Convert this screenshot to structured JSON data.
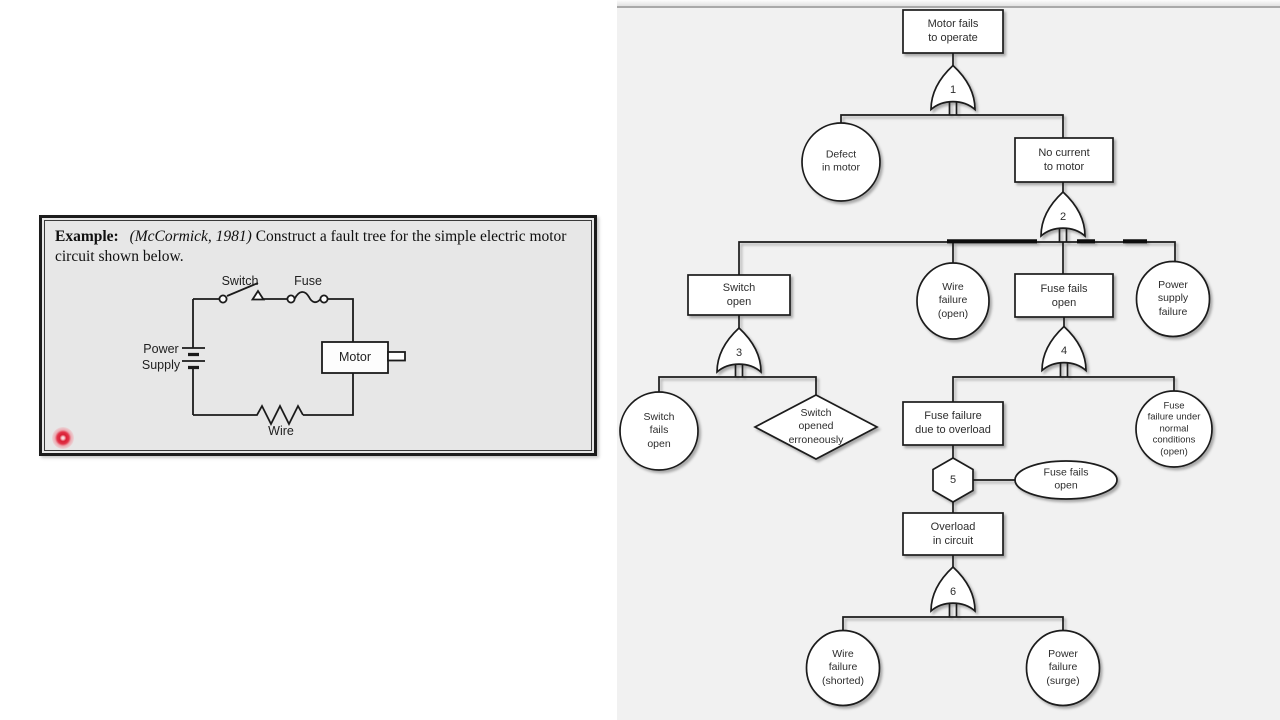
{
  "slide": {
    "example_box": {
      "label": "Example:",
      "citation": "(McCormick, 1981)",
      "text": "Construct a fault tree for the simple electric motor circuit shown below."
    },
    "circuit": {
      "switch_label": "Switch",
      "fuse_label": "Fuse",
      "power_supply_label": "Power\nSupply",
      "motor_label": "Motor",
      "wire_label": "Wire"
    },
    "fault_tree": {
      "top_event": {
        "label": "Motor fails\nto operate"
      },
      "defect_in_motor": {
        "label": "Defect\nin motor"
      },
      "no_current_to_motor": {
        "label": "No current\nto motor"
      },
      "switch_open": {
        "label": "Switch\nopen"
      },
      "wire_failure_open": {
        "label": "Wire\nfailure\n(open)"
      },
      "fuse_fails_open": {
        "label": "Fuse fails\nopen"
      },
      "power_supply_failure": {
        "label": "Power\nsupply\nfailure"
      },
      "switch_fails_open": {
        "label": "Switch\nfails\nopen"
      },
      "switch_opened_erroneously": {
        "label": "Switch\nopened\nerroneously"
      },
      "fuse_failure_overload": {
        "label": "Fuse failure\ndue to overload"
      },
      "fuse_failure_normal_conditions": {
        "label": "Fuse\nfailure under\nnormal\nconditions\n(open)"
      },
      "fuse_fails_open_condition": {
        "label": "Fuse fails\nopen"
      },
      "overload_in_circuit": {
        "label": "Overload\nin circuit"
      },
      "wire_failure_shorted": {
        "label": "Wire\nfailure\n(shorted)"
      },
      "power_failure_surge": {
        "label": "Power\nfailure\n(surge)"
      },
      "gates": {
        "gate1": "1",
        "gate2": "2",
        "gate3": "3",
        "gate4": "4",
        "gate5": "5",
        "gate6": "6"
      }
    },
    "colors": {
      "laser_pointer_red": "#d81f35",
      "diagram_line": "#1a1a1a",
      "slide_background": "#f1f1f1",
      "example_box_background": "#e7e7e7"
    }
  }
}
